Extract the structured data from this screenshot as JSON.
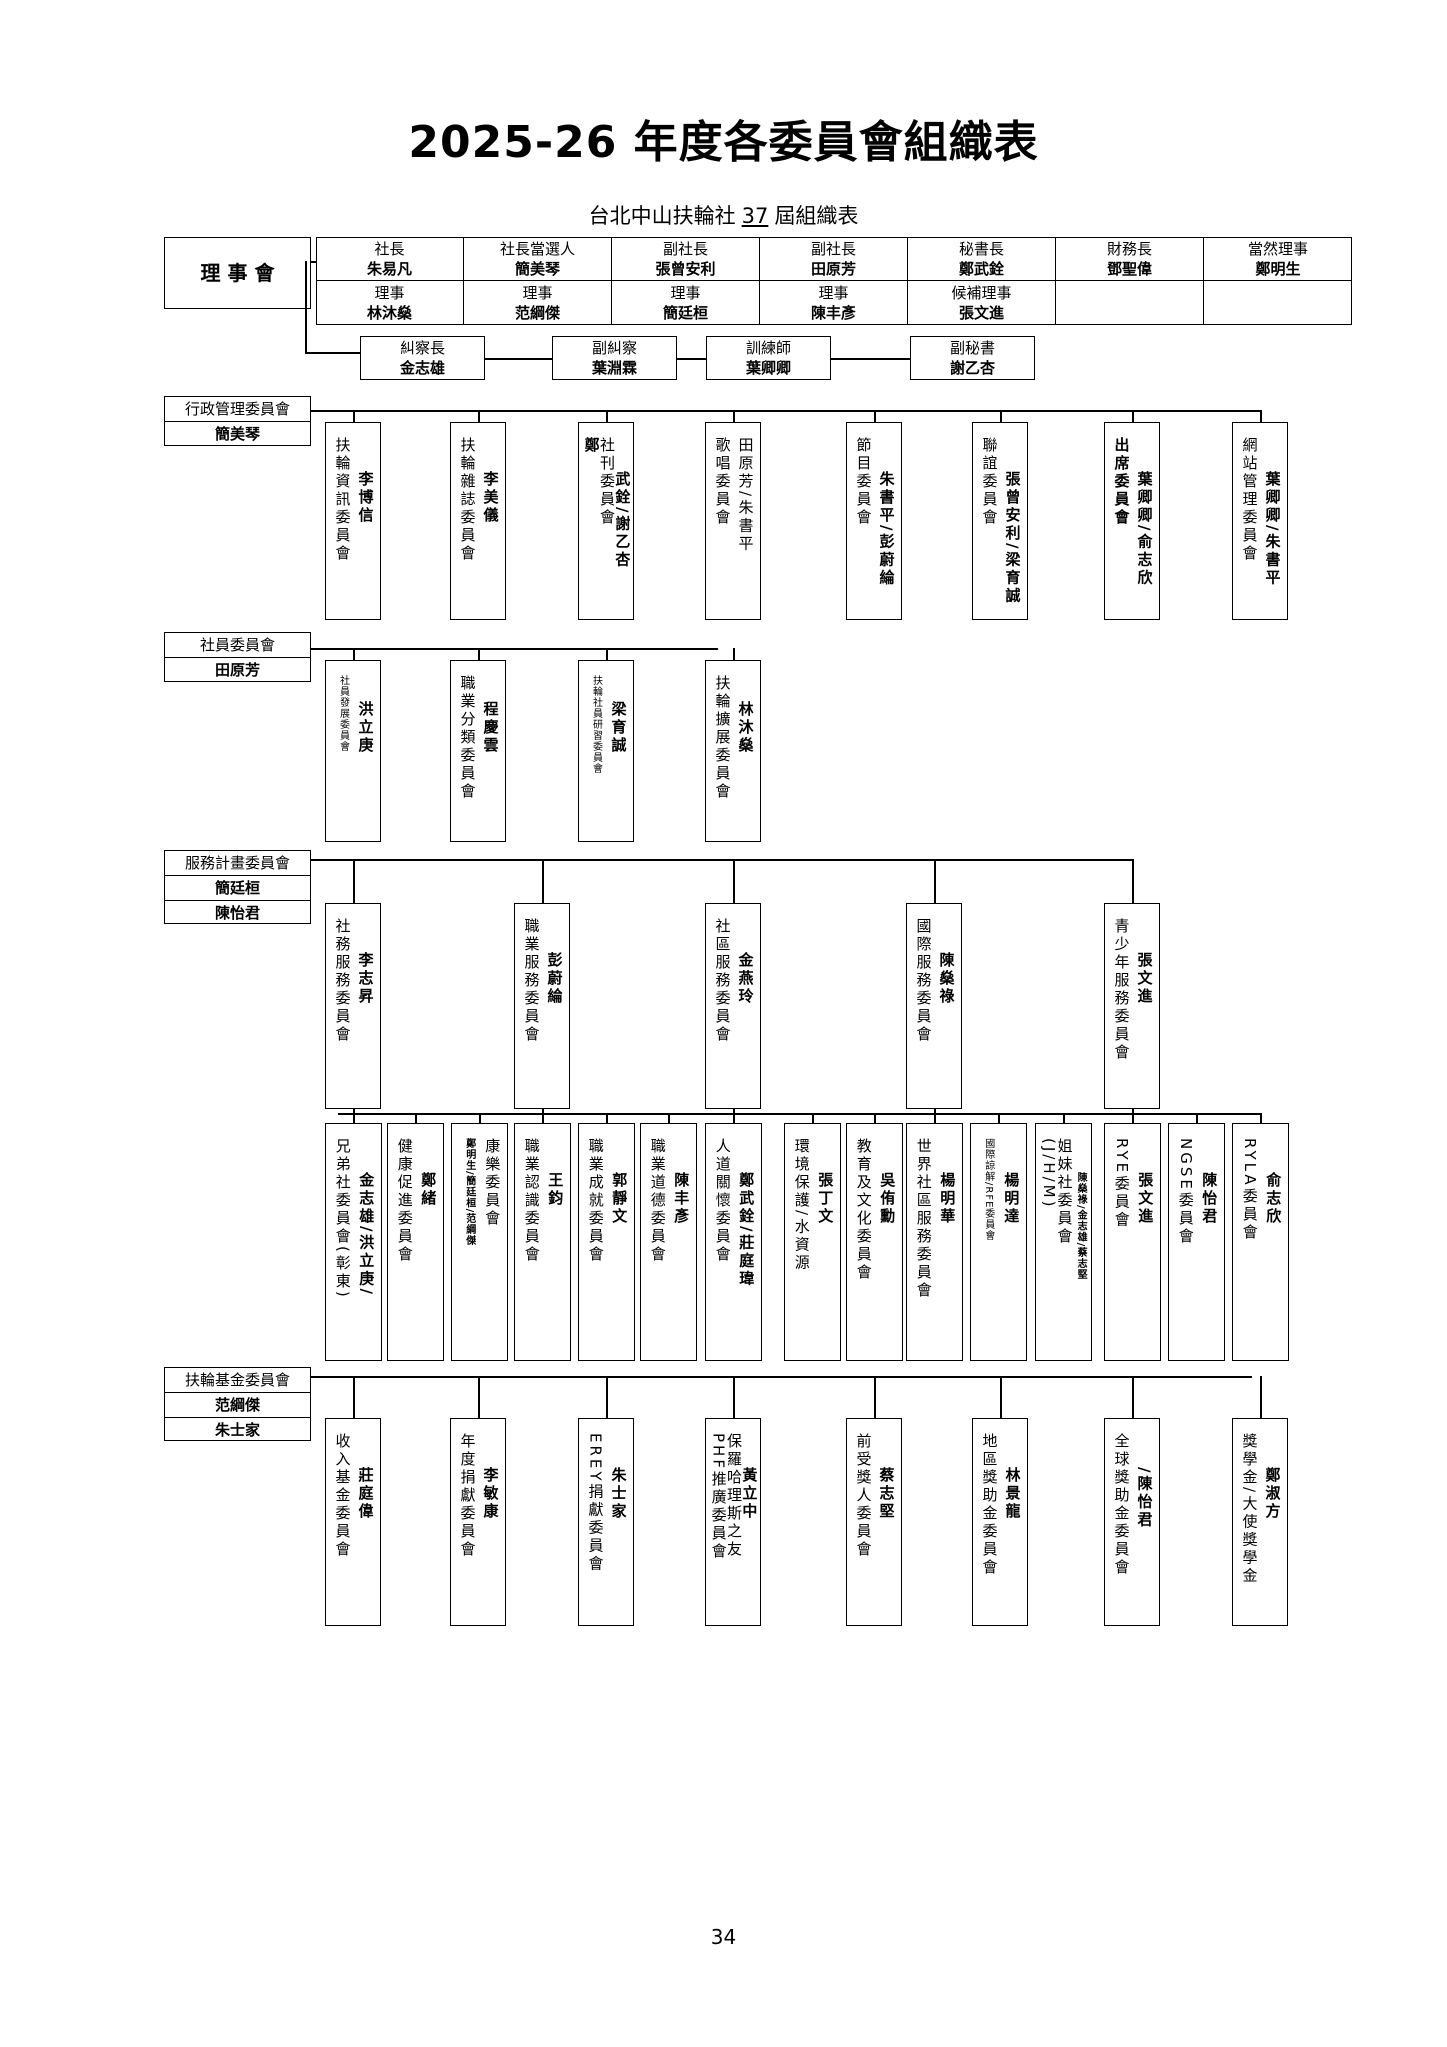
{
  "header": {
    "title": "2025-26 年度各委員會組織表",
    "subtitle_prefix": "台北中山扶輪社",
    "subtitle_number": "37",
    "subtitle_suffix": "屆組織表"
  },
  "board": {
    "label": "理 事 會",
    "row1": [
      {
        "role": "社長",
        "name": "朱易凡"
      },
      {
        "role": "社長當選人",
        "name": "簡美琴"
      },
      {
        "role": "副社長",
        "name": "張曾安利"
      },
      {
        "role": "副社長",
        "name": "田原芳"
      },
      {
        "role": "秘書長",
        "name": "鄭武銓"
      },
      {
        "role": "財務長",
        "name": "鄧聖偉"
      },
      {
        "role": "當然理事",
        "name": "鄭明生"
      }
    ],
    "row2": [
      {
        "role": "理事",
        "name": "林沐燊"
      },
      {
        "role": "理事",
        "name": "范綱傑"
      },
      {
        "role": "理事",
        "name": "簡廷桓"
      },
      {
        "role": "理事",
        "name": "陳丰彥"
      },
      {
        "role": "候補理事",
        "name": "張文進"
      },
      {
        "role": "",
        "name": ""
      },
      {
        "role": "",
        "name": ""
      }
    ],
    "officers": [
      {
        "role": "糾察長",
        "name": "金志雄"
      },
      {
        "role": "副糾察",
        "name": "葉淵霖"
      },
      {
        "role": "訓練師",
        "name": "葉卿卿"
      },
      {
        "role": "副秘書",
        "name": "謝乙杏"
      }
    ]
  },
  "sections": [
    {
      "label": "行政管理委員會",
      "heads": [
        "簡美琴"
      ],
      "committees": [
        {
          "cols": [
            {
              "t": "扶輪資訊委員會"
            },
            {
              "t": "李博信",
              "b": true
            }
          ]
        },
        {
          "cols": [
            {
              "t": "扶輪雜誌委員會"
            },
            {
              "t": "李美儀",
              "b": true
            }
          ]
        },
        {
          "cols": [
            {
              "t": "鄭",
              "b": true
            },
            {
              "t": "社刊委員會"
            },
            {
              "t": "武銓/謝乙杏",
              "b": true
            }
          ]
        },
        {
          "cols": [
            {
              "t": "歌唱委員會"
            },
            {
              "t": "田原芳/朱書平"
            }
          ]
        },
        {
          "cols": [
            {
              "t": "節目委員會"
            },
            {
              "t": "朱書平/彭蔚綸",
              "b": true
            }
          ]
        },
        {
          "cols": [
            {
              "t": "聯誼委員會"
            },
            {
              "t": "張曾安利/梁育誠",
              "b": true
            }
          ]
        },
        {
          "cols": [
            {
              "t": "出席委員會",
              "b": true
            },
            {
              "t": "葉卿卿/俞志欣",
              "b": true
            }
          ]
        },
        {
          "cols": [
            {
              "t": "網站管理委員會"
            },
            {
              "t": "葉卿卿/朱書平",
              "b": true
            }
          ]
        }
      ]
    },
    {
      "label": "社員委員會",
      "heads": [
        "田原芳"
      ],
      "committees": [
        {
          "cols": [
            {
              "t": "社員發展委員會",
              "sm": true
            },
            {
              "t": "洪立庚",
              "b": true
            }
          ]
        },
        {
          "cols": [
            {
              "t": "職業分類委員會"
            },
            {
              "t": "程慶雲",
              "b": true
            }
          ]
        },
        {
          "cols": [
            {
              "t": "扶輪社員研習委員會",
              "sm": true
            },
            {
              "t": "梁育誠",
              "b": true
            }
          ]
        },
        {
          "cols": [
            {
              "t": "扶輪擴展委員會"
            },
            {
              "t": "林沐燊",
              "b": true
            }
          ]
        }
      ]
    },
    {
      "label": "服務計畫委員會",
      "heads": [
        "簡廷桓",
        "陳怡君"
      ],
      "committees": [
        {
          "cols": [
            {
              "t": "社務服務委員會"
            },
            {
              "t": "李志昇",
              "b": true
            }
          ]
        },
        {
          "cols": [
            {
              "t": "職業服務委員會"
            },
            {
              "t": "彭蔚綸",
              "b": true
            }
          ]
        },
        {
          "cols": [
            {
              "t": "社區服務委員會"
            },
            {
              "t": "金燕玲",
              "b": true
            }
          ]
        },
        {
          "cols": [
            {
              "t": "國際服務委員會"
            },
            {
              "t": "陳燊祿",
              "b": true
            }
          ]
        },
        {
          "cols": [
            {
              "t": "青少年服務委員會"
            },
            {
              "t": "張文進",
              "b": true
            }
          ]
        }
      ],
      "subcommittees": [
        {
          "cols": [
            {
              "t": "兄弟社委員會(彰東)"
            },
            {
              "t": "金志雄/洪立庚/",
              "b": true
            }
          ]
        },
        {
          "cols": [
            {
              "t": "健康促進委員會"
            },
            {
              "t": "鄭緒",
              "b": true
            }
          ]
        },
        {
          "cols": [
            {
              "t": "鄭明生/簡廷桓/范綱傑",
              "sm": true,
              "b": true
            },
            {
              "t": "康樂委員會"
            }
          ]
        },
        {
          "cols": [
            {
              "t": "職業認識委員會"
            },
            {
              "t": "王鈞",
              "b": true
            }
          ]
        },
        {
          "cols": [
            {
              "t": "職業成就委員會"
            },
            {
              "t": "郭靜文",
              "b": true
            }
          ]
        },
        {
          "cols": [
            {
              "t": "職業道德委員會"
            },
            {
              "t": "陳丰彥",
              "b": true
            }
          ]
        },
        {
          "cols": [
            {
              "t": "人道關懷委員會"
            },
            {
              "t": "鄭武銓/莊庭瑋",
              "b": true
            }
          ]
        },
        {
          "cols": [
            {
              "t": "環境保護/水資源"
            },
            {
              "t": "張丁文",
              "b": true
            }
          ]
        },
        {
          "cols": [
            {
              "t": "教育及文化委員會"
            },
            {
              "t": "吳侑勳",
              "b": true
            }
          ]
        },
        {
          "cols": [
            {
              "t": "世界社區服務委員會"
            },
            {
              "t": "楊明華",
              "b": true
            }
          ]
        },
        {
          "cols": [
            {
              "t": "國際諒解/RFE委員會",
              "sm": true
            },
            {
              "t": "楊明達",
              "b": true
            }
          ]
        },
        {
          "cols": [
            {
              "t": "(J/H/M)"
            },
            {
              "t": "姐妹社委員會"
            },
            {
              "t": "陳燊祿/金志雄/蔡志堅",
              "sm": true,
              "b": true
            }
          ]
        },
        {
          "cols": [
            {
              "t": "RYE委員會"
            },
            {
              "t": "張文進",
              "b": true
            }
          ]
        },
        {
          "cols": [
            {
              "t": "NGSE委員會"
            },
            {
              "t": "陳怡君",
              "b": true
            }
          ]
        },
        {
          "cols": [
            {
              "t": "RYLA委員會"
            },
            {
              "t": "俞志欣",
              "b": true
            }
          ]
        }
      ]
    },
    {
      "label": "扶輪基金委員會",
      "heads": [
        "范綱傑",
        "朱士家"
      ],
      "committees": [
        {
          "cols": [
            {
              "t": "收入基金委員會"
            },
            {
              "t": "莊庭偉",
              "b": true
            }
          ]
        },
        {
          "cols": [
            {
              "t": "年度捐獻委員會"
            },
            {
              "t": "李敏康",
              "b": true
            }
          ]
        },
        {
          "cols": [
            {
              "t": "EREY捐獻委員會"
            },
            {
              "t": "朱士家",
              "b": true
            }
          ]
        },
        {
          "cols": [
            {
              "t": "PHF推廣委員會"
            },
            {
              "t": "保羅哈理斯之友"
            },
            {
              "t": "黃立中",
              "b": true
            }
          ]
        },
        {
          "cols": [
            {
              "t": "前受獎人委員會"
            },
            {
              "t": "蔡志堅",
              "b": true
            }
          ]
        },
        {
          "cols": [
            {
              "t": "地區獎助金委員會"
            },
            {
              "t": "林景龍",
              "b": true
            }
          ]
        },
        {
          "cols": [
            {
              "t": "全球獎助金委員會"
            },
            {
              "t": "/陳怡君",
              "b": true
            }
          ]
        },
        {
          "cols": [
            {
              "t": "獎學金/大使獎學金",
              "sm": false
            },
            {
              "t": "鄭淑方",
              "b": true
            }
          ]
        }
      ]
    }
  ],
  "page_number": "34"
}
